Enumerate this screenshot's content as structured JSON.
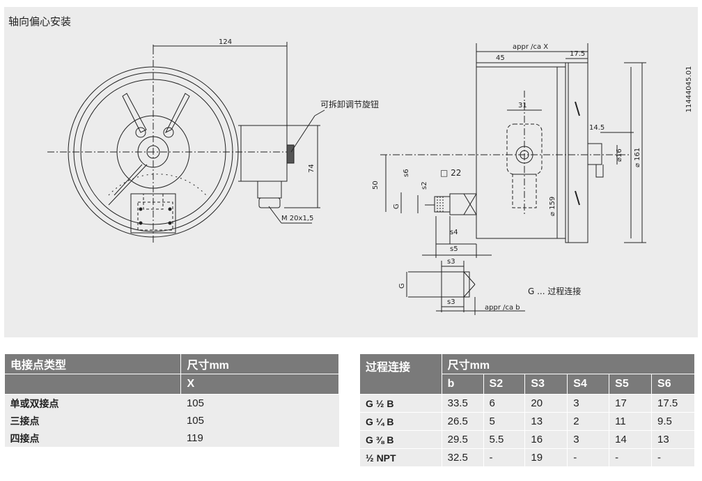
{
  "drawing": {
    "title": "轴向偏心安装",
    "doc_number": "11444045.01",
    "labels": {
      "dim_124": "124",
      "dim_appr_x": "appr /ca X",
      "dim_45": "45",
      "dim_17_5": "17.5",
      "dim_31": "31",
      "dim_14_5": "14.5",
      "dim_phi16": "⌀16",
      "dim_phi161": "⌀ 161",
      "dim_phi159": "⌀ 159",
      "dim_74": "74",
      "dim_50": "50",
      "knob_note": "可拆卸调节旋钮",
      "thread_m20": "M 20x1,5",
      "wrench_22": "□ 22",
      "s6": "s6",
      "s2": "s2",
      "g_top": "G",
      "s4": "s4",
      "s5": "s5",
      "s3_top": "s3",
      "g_bottom": "G",
      "s3_bottom": "s3",
      "appr_b": "appr /ca b",
      "process_note": "G ... 过程连接"
    }
  },
  "contact_table": {
    "headers": [
      "电接点类型",
      "尺寸mm"
    ],
    "subheader": "X",
    "rows": [
      [
        "单或双接点",
        "105"
      ],
      [
        "三接点",
        "105"
      ],
      [
        "四接点",
        "119"
      ]
    ]
  },
  "process_table": {
    "headers": [
      "过程连接",
      "尺寸mm"
    ],
    "subheaders": [
      "b",
      "S2",
      "S3",
      "S4",
      "S5",
      "S6"
    ],
    "rows": [
      [
        "G ½ B",
        "33.5",
        "6",
        "20",
        "3",
        "17",
        "17.5"
      ],
      [
        "G ¼ B",
        "26.5",
        "5",
        "13",
        "2",
        "11",
        "9.5"
      ],
      [
        "G ⅜ B",
        "29.5",
        "5.5",
        "16",
        "3",
        "14",
        "13"
      ],
      [
        "½ NPT",
        "32.5",
        "-",
        "19",
        "-",
        "-",
        "-"
      ]
    ]
  }
}
